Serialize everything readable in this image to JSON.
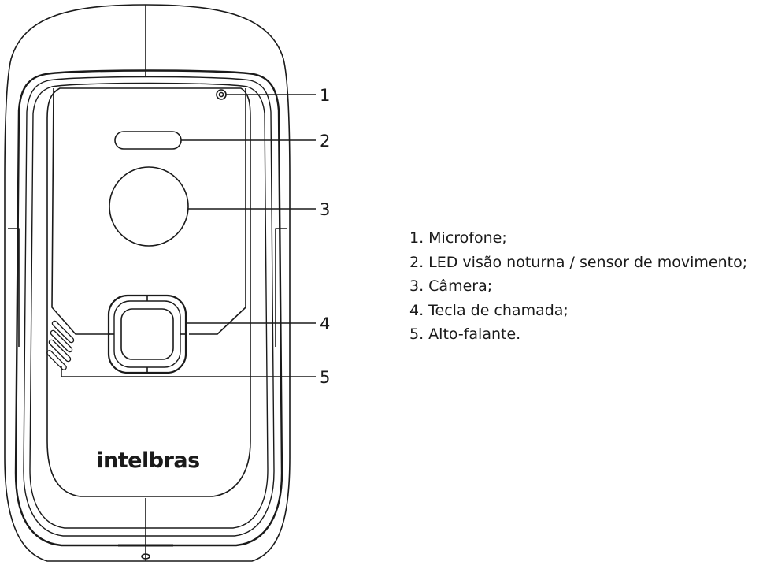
{
  "device": {
    "brand_logo": "intelbras"
  },
  "callouts": [
    "1",
    "2",
    "3",
    "4",
    "5"
  ],
  "legend": [
    "1. Microfone;",
    "2. LED visão noturna / sensor de movimento;",
    "3. Câmera;",
    "4. Tecla de chamada;",
    "5. Alto-falante."
  ]
}
